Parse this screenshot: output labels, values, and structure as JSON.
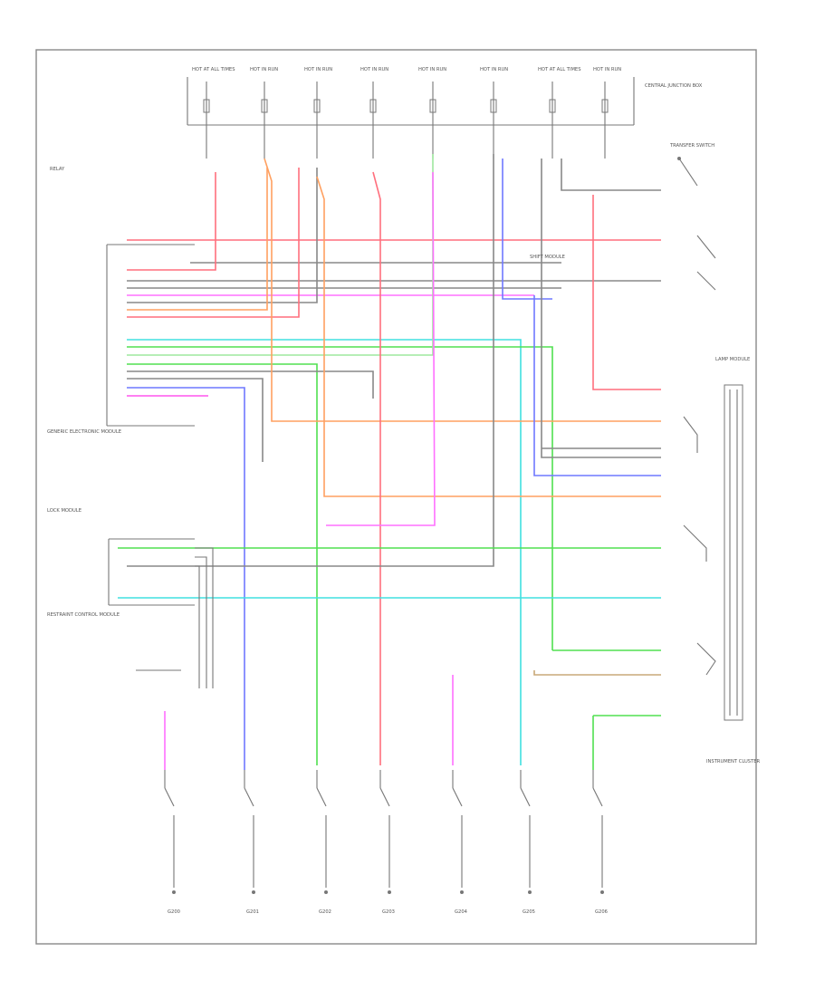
{
  "diagram": {
    "caption": "",
    "colors": {
      "red": "#ff6f7d",
      "orange": "#ffa060",
      "pink": "#ff70ff",
      "magenta": "#ff55ee",
      "yellow": "#f0e060",
      "green": "#50e050",
      "cyan": "#40e0e0",
      "blue": "#6f78ff",
      "lightgreen": "#9ee89e",
      "gray": "#888888",
      "tan": "#c8a878",
      "frame": "#888888"
    },
    "labels": {
      "top_fuses": [
        "HOT AT ALL TIMES",
        "HOT IN RUN",
        "HOT IN RUN",
        "HOT IN RUN",
        "HOT IN RUN",
        "HOT IN RUN",
        "HOT AT ALL TIMES",
        "HOT IN RUN"
      ],
      "central_junction": "CENTRAL JUNCTION BOX",
      "transfer_switch": "TRANSFER SWITCH",
      "lamp_module": "LAMP MODULE",
      "shift_module": "SHIFT MODULE",
      "gem_module": "GENERIC ELECTRONIC MODULE",
      "lock_module": "LOCK MODULE",
      "relay_left": "RELAY",
      "left_bottom_text": "RESTRAINT CONTROL MODULE",
      "instrument_cluster": "INSTRUMENT CLUSTER",
      "bottom_grounds": [
        "G200",
        "G201",
        "G202",
        "G203",
        "G204",
        "G205",
        "G206"
      ]
    }
  }
}
